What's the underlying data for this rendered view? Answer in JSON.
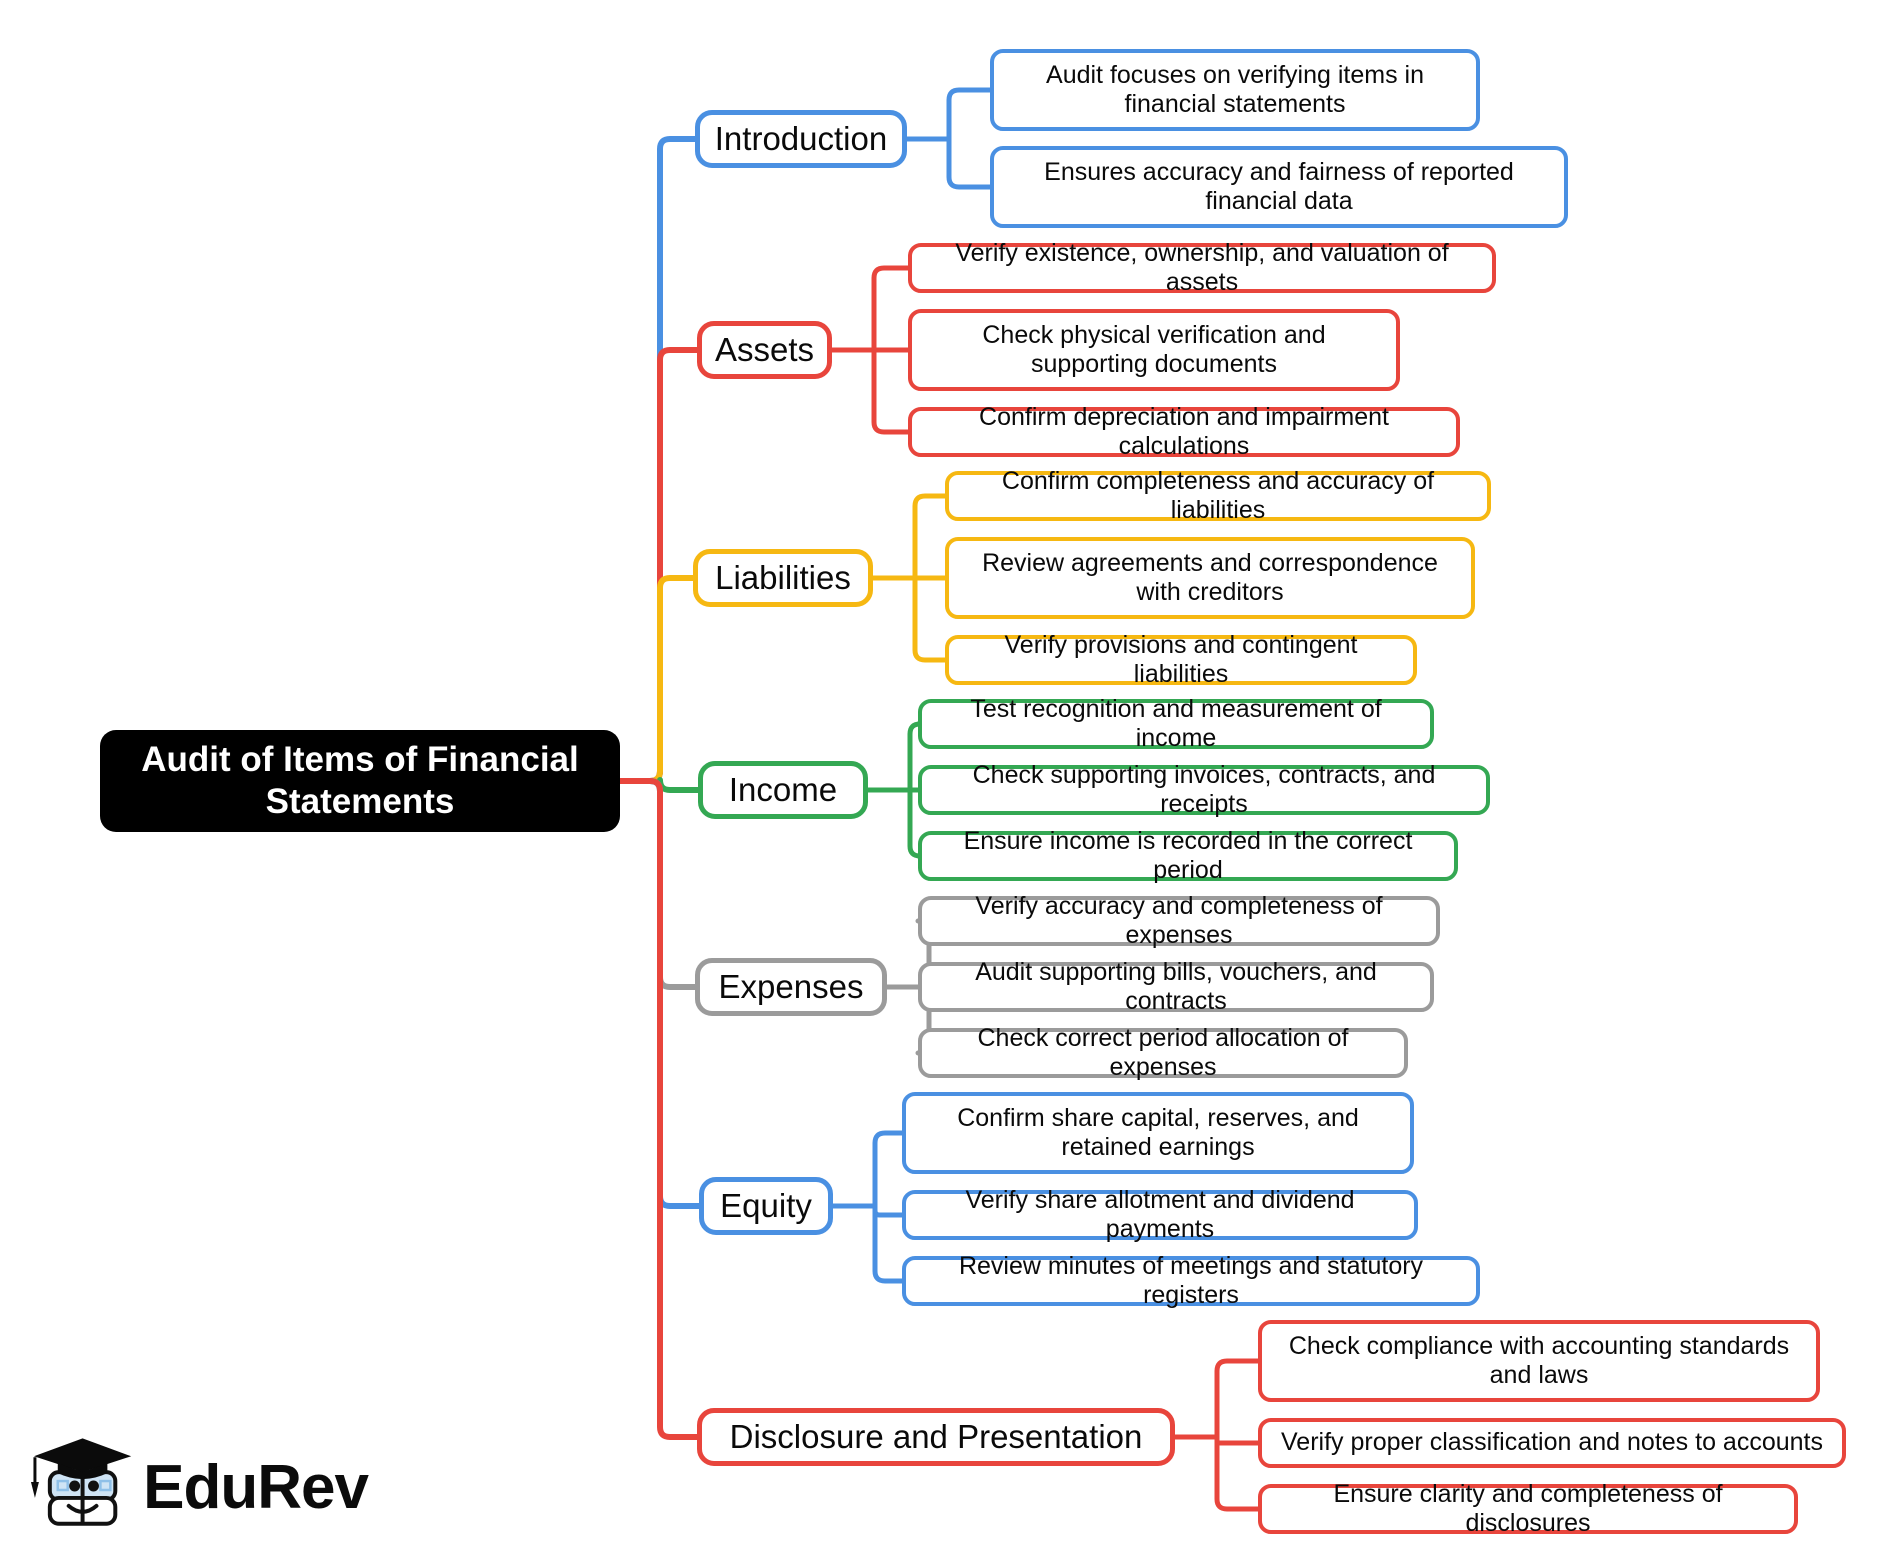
{
  "diagram": {
    "title": "Audit of Items of Financial Statements",
    "type": "mindmap",
    "root": {
      "label": "Audit of Items of Financial Statements"
    },
    "colors": {
      "blue": "#4a90e2",
      "red": "#e8453c",
      "amber": "#f6b812",
      "green": "#34a853",
      "grey": "#9b9b9b",
      "root_background": "#000000",
      "root_text": "#ffffff",
      "node_background": "#ffffff",
      "node_text": "#000000",
      "page_background": "#ffffff"
    },
    "branches": [
      {
        "label": "Introduction",
        "color": "#4a90e2",
        "children": [
          {
            "label": "Audit focuses on verifying items in financial statements"
          },
          {
            "label": "Ensures accuracy and fairness of reported financial data"
          }
        ]
      },
      {
        "label": "Assets",
        "color": "#e8453c",
        "children": [
          {
            "label": "Verify existence, ownership, and valuation of assets"
          },
          {
            "label": "Check physical verification and supporting documents"
          },
          {
            "label": "Confirm depreciation and impairment calculations"
          }
        ]
      },
      {
        "label": "Liabilities",
        "color": "#f6b812",
        "children": [
          {
            "label": "Confirm completeness and accuracy of liabilities"
          },
          {
            "label": "Review agreements and correspondence with creditors"
          },
          {
            "label": "Verify provisions and contingent liabilities"
          }
        ]
      },
      {
        "label": "Income",
        "color": "#34a853",
        "children": [
          {
            "label": "Test recognition and measurement of income"
          },
          {
            "label": "Check supporting invoices, contracts, and receipts"
          },
          {
            "label": "Ensure income is recorded in the correct period"
          }
        ]
      },
      {
        "label": "Expenses",
        "color": "#9b9b9b",
        "children": [
          {
            "label": "Verify accuracy and completeness of expenses"
          },
          {
            "label": "Audit supporting bills, vouchers, and contracts"
          },
          {
            "label": "Check correct period allocation of expenses"
          }
        ]
      },
      {
        "label": "Equity",
        "color": "#4a90e2",
        "children": [
          {
            "label": "Confirm share capital, reserves, and retained earnings"
          },
          {
            "label": "Verify share allotment and dividend payments"
          },
          {
            "label": "Review minutes of meetings and statutory registers"
          }
        ]
      },
      {
        "label": "Disclosure and Presentation",
        "color": "#e8453c",
        "children": [
          {
            "label": "Check compliance with accounting standards and laws"
          },
          {
            "label": "Verify proper classification and notes to accounts"
          },
          {
            "label": "Ensure clarity and completeness of disclosures"
          }
        ]
      }
    ]
  },
  "logo": {
    "wordmark": "EduRev",
    "icon": "graduation-cap-book-mascot"
  }
}
